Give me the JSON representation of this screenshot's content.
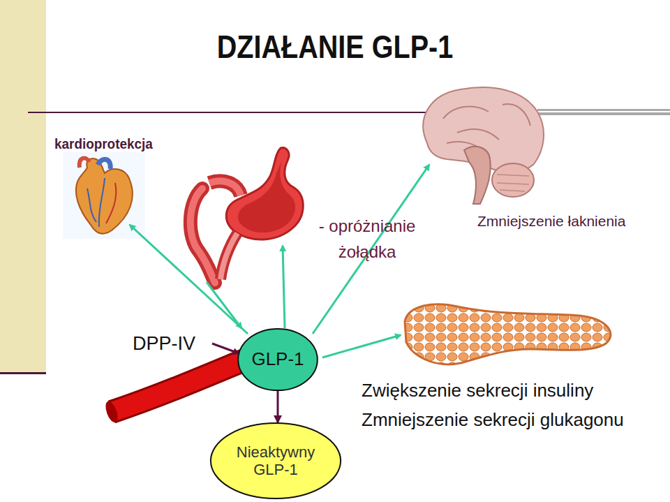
{
  "diagram": {
    "title": "DZIAŁANIE GLP-1",
    "nodes": [
      {
        "text": [
          "GLP-1"
        ]
      },
      {
        "text": [
          "Nieaktywny GLP-1"
        ]
      }
    ],
    "edges": [
      {
        "from": 0,
        "to": 1,
        "arrow": "to"
      }
    ],
    "labels": [
      "kardioprotekcja",
      "- opróżnianie żołądka",
      "Zmniejszenie łaknienia",
      "DPP-IV",
      "Zwiększenie sekrecji insuliny",
      "Zmniejszenie sekrecji glukagonu"
    ]
  }
}
